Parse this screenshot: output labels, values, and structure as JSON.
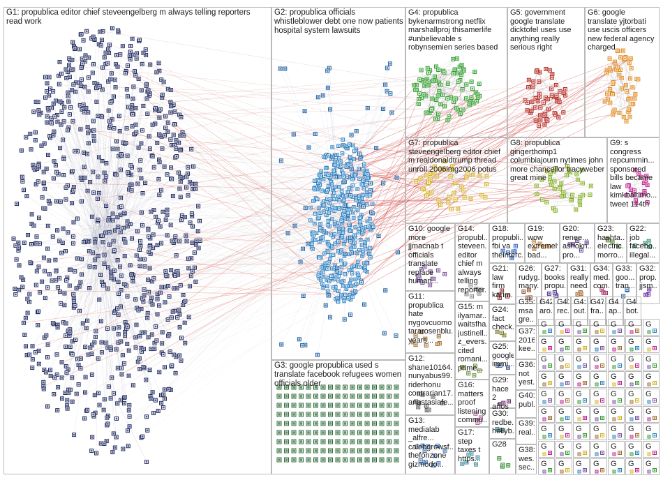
{
  "groups": [
    {
      "id": "G1",
      "label": "G1: propublica editor chief steveengelberg m always telling reporters\nread work",
      "color": "#1f2a5e"
    },
    {
      "id": "G2",
      "label": "G2: propublica officials\nwhistleblower debt one now patients\nhospital system lawsuits",
      "color": "#2a7fc0"
    },
    {
      "id": "G3",
      "label": "G3: google propublica used s\ntranslate facebook refugees women\nofficials older",
      "color": "#2f6b3a"
    },
    {
      "id": "G4",
      "label": "G4: propublica\nbykenarmstrong netflix\nmarshallproj thisamerlife\n#unbelievable s\nrobynsemien series based",
      "color": "#2e9e2e"
    },
    {
      "id": "G5",
      "label": "G5: government\ngoogle translate\ndicktofel uses use\nanything really\nserious right",
      "color": "#b3261e"
    },
    {
      "id": "G6",
      "label": "G6: google\ntranslate yjtorbati\nuse uscis officers\nnew federal agency\ncharged",
      "color": "#e08a1e"
    },
    {
      "id": "G7",
      "label": "G7: propublica\nsteveengelberg editor chief\nm realdonaldtrump thread\nunroll 2006img2006 potus",
      "color": "#d4b21c"
    },
    {
      "id": "G8",
      "label": "G8: propublica\ngingerthomp1\ncolumbiajourn nytimes john\nmore chancellor tracyweber\ngreat mine",
      "color": "#7fae1c"
    },
    {
      "id": "G9",
      "label": "G9: s\ncongress\nrepcummin...\nsponsored\nbills became\nlaw\nkimkbaltimo...\ntweet 114th",
      "color": "#c01d8e"
    },
    {
      "id": "G10",
      "label": "G10: google\nmore\njjmacnab t\nofficials\ntranslate\nreplace\nhuman...",
      "color": "#7a4fa0"
    },
    {
      "id": "G11",
      "label": "G11:\npropublica\nhate\nnygovcuomo\ntararosenblu...\nyears...",
      "color": "#a06b2e"
    },
    {
      "id": "G12",
      "label": "G12:\nshane10164...\nnunyabus99...\nriderhonu\ncontrarian17...\nanastasiafe...",
      "color": "#5a5a5a"
    },
    {
      "id": "G13",
      "label": "G13:\nmedialab\n_alfre...\ncalebgrowsf...\nthefonzone\ngizmodo...",
      "color": "#3b6fb0"
    },
    {
      "id": "G14",
      "label": "G14:\npropubl...\nsteveen...\neditor\nchief m\nalways\ntelling\nreporter...",
      "color": "#8a8a8a"
    },
    {
      "id": "G15",
      "label": "G15: m\nilyamar...\nwaitsfha...\njustinell...\nz_evers...\ncited\nromani...\nprime...",
      "color": "#6a8f3a"
    },
    {
      "id": "G16",
      "label": "G16:\nmatters\nproof\nlistening\ncommu...",
      "color": "#b06a9a"
    },
    {
      "id": "G17",
      "label": "G17:\nstep\ntaxes t\nhttps...",
      "color": "#3a8fa0"
    },
    {
      "id": "G18",
      "label": "G18:\npropubli...\nfbi va\ntheinterc...",
      "color": "#2a5ec0"
    },
    {
      "id": "G19",
      "label": "G19:\nwow\nextremely\nbad...",
      "color": "#c07a2a"
    },
    {
      "id": "G20",
      "label": "G20:\nrenee...\nashokn...\npro...",
      "color": "#5a3a8a"
    },
    {
      "id": "G21",
      "label": "G21:\nlaw\nfirm\nkarim...",
      "color": "#8a2a2a"
    },
    {
      "id": "G22",
      "label": "G22:\njob\nfacebo...\nillegal...",
      "color": "#2a8a6a"
    },
    {
      "id": "G23",
      "label": "G23:\nhashta...\nelectric...\nmorro...",
      "color": "#4a7a2a"
    },
    {
      "id": "G24",
      "label": "G24:\nfact\ncheck...",
      "color": "#7a7a2a"
    },
    {
      "id": "G25",
      "label": "G25:\ngoogle\nimmi...",
      "color": "#2a4a8a"
    },
    {
      "id": "G26",
      "label": "G26:\nrudyg...\nmany...",
      "color": "#8a4a2a"
    },
    {
      "id": "G27",
      "label": "G27:\nbooks\npropu...",
      "color": "#4a2a8a"
    },
    {
      "id": "G28",
      "label": "G28",
      "color": "#2a8a2a"
    },
    {
      "id": "G29",
      "label": "G29:\nhace 2\naños",
      "color": "#6a2a6a"
    },
    {
      "id": "G30",
      "label": "G30:\nredbe...\nhollyb...",
      "color": "#2a6a6a"
    },
    {
      "id": "G31",
      "label": "G31:\nreally\nneed...",
      "color": "#9a5a1a"
    },
    {
      "id": "G32",
      "label": "G32:\nprop...\njjsm...",
      "color": "#5a1a9a"
    },
    {
      "id": "G33",
      "label": "G33:\ngoo...\ntran...",
      "color": "#1a5a9a"
    },
    {
      "id": "G34",
      "label": "G34:\nmed...\ncom...",
      "color": "#9a1a5a"
    },
    {
      "id": "G35",
      "label": "G35:\nmsa\ngre...",
      "color": "#1a9a5a"
    },
    {
      "id": "G36",
      "label": "G36:\nnot\nyest...",
      "color": "#5a9a1a"
    },
    {
      "id": "G37",
      "label": "G37:\n2016\nkee...",
      "color": "#9a9a1a"
    },
    {
      "id": "G38",
      "label": "G38:\nwes...\nsec...",
      "color": "#1a1a9a"
    },
    {
      "id": "G39",
      "label": "G39:\nreal...",
      "color": "#9a1a1a"
    },
    {
      "id": "G40",
      "label": "G40:\npubl...",
      "color": "#1a9a9a"
    },
    {
      "id": "G41",
      "label": "G41:\nrec...",
      "color": "#6a6a1a"
    },
    {
      "id": "G42",
      "label": "G42:\naro...",
      "color": "#1a6a6a"
    },
    {
      "id": "G47",
      "label": "G47\nfra...",
      "color": "#6a1a6a"
    },
    {
      "id": "G4x",
      "label": "G4\nap...",
      "color": "#3a3a8a"
    },
    {
      "id": "G4y",
      "label": "G4\nbot...",
      "color": "#8a3a3a"
    },
    {
      "id": "G4a",
      "label": "G4:\nout...",
      "color": "#3a8a3a"
    },
    {
      "id": "Gs1",
      "label": "G",
      "color": "#444444"
    },
    {
      "id": "Gs2",
      "label": "G",
      "color": "#444444"
    },
    {
      "id": "Gs3",
      "label": "G",
      "color": "#444444"
    },
    {
      "id": "Gs4",
      "label": "G",
      "color": "#444444"
    },
    {
      "id": "Gs5",
      "label": "G",
      "color": "#444444"
    }
  ]
}
